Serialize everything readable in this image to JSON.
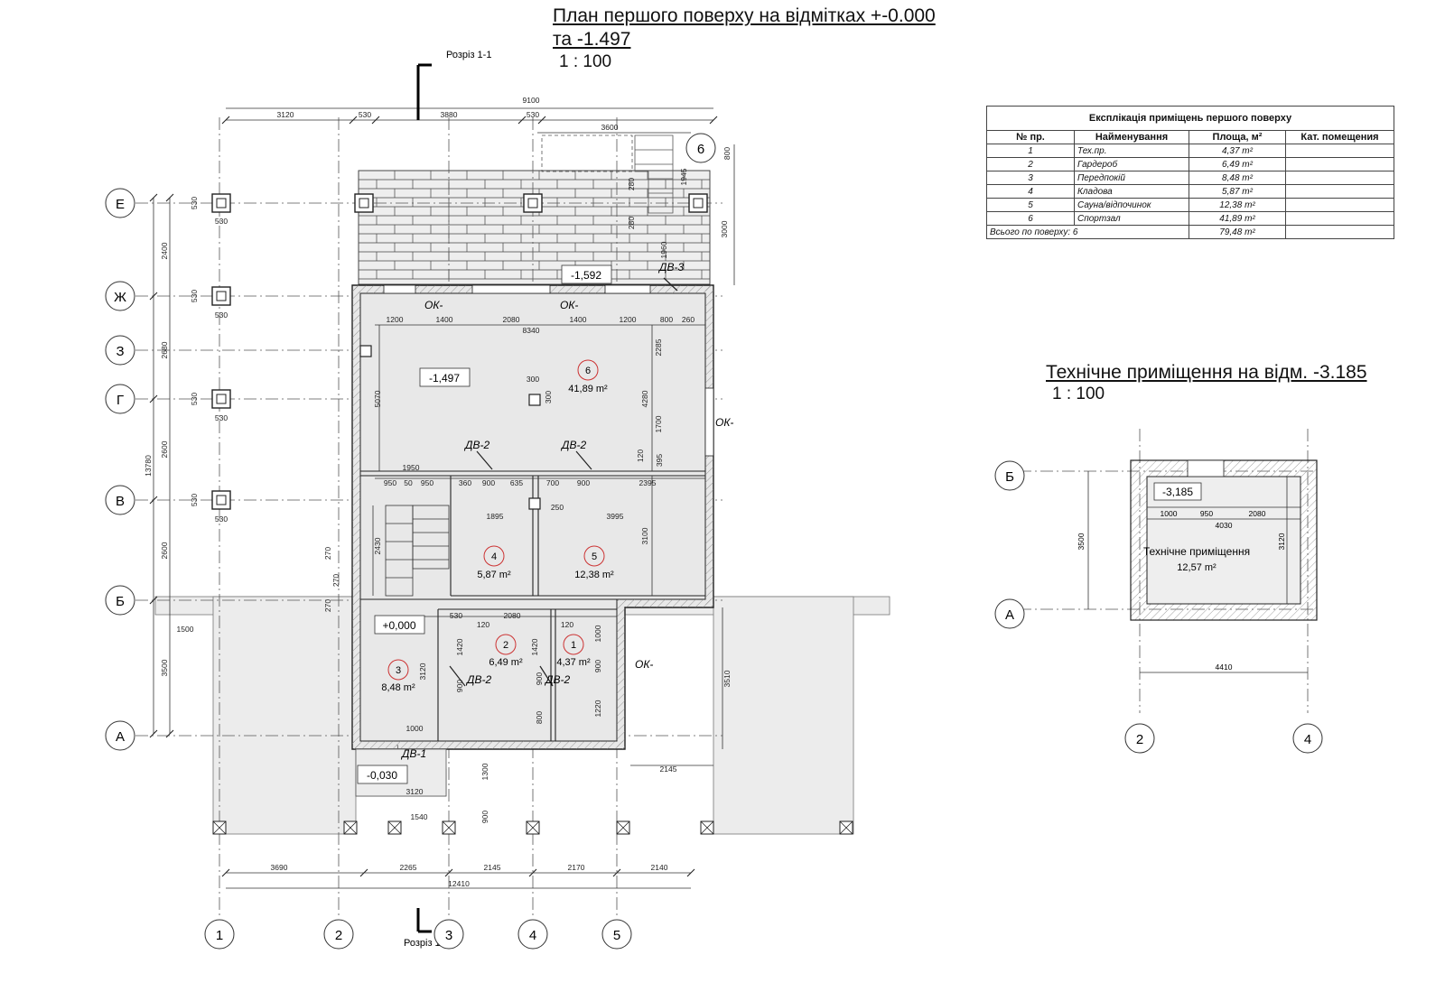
{
  "main_plan": {
    "title_line1": "План першого поверху на відмітках +-0.000",
    "title_line2": "та -1.497",
    "scale": "1 : 100",
    "section_label": "Розріз 1-1"
  },
  "tech_plan": {
    "title": "Технічне приміщення на відм. -3.185",
    "scale": "1 : 100",
    "level": "-3,185",
    "room_name": "Технічне приміщення",
    "room_area": "12,57 m²",
    "axes_rows": [
      "Б",
      "А"
    ],
    "axes_cols": [
      "2",
      "4"
    ],
    "dims": {
      "d1000": "1000",
      "d950": "950",
      "d2080": "2080",
      "d4030": "4030",
      "d3500": "3500",
      "d3120": "3120",
      "d4410": "4410"
    }
  },
  "explication": {
    "caption": "Експлікація приміщень першого поверху",
    "headers": [
      "№ пр.",
      "Найменування",
      "Площа, м²",
      "Кат. помещения"
    ],
    "rows": [
      {
        "no": "1",
        "name": "Тех.пр.",
        "area": "4,37 m²"
      },
      {
        "no": "2",
        "name": "Гардероб",
        "area": "6,49 m²"
      },
      {
        "no": "3",
        "name": "Передпокій",
        "area": "8,48 m²"
      },
      {
        "no": "4",
        "name": "Кладова",
        "area": "5,87 m²"
      },
      {
        "no": "5",
        "name": "Сауна/відпочинок",
        "area": "12,38 m²"
      },
      {
        "no": "6",
        "name": "Спортзал",
        "area": "41,89 m²"
      }
    ],
    "total_label": "Всього по поверху: 6",
    "total_area": "79,48 m²"
  },
  "axes": {
    "rows": [
      "Е",
      "Ж",
      "З",
      "Г",
      "В",
      "Б",
      "А"
    ],
    "cols": [
      "1",
      "2",
      "3",
      "4",
      "5"
    ],
    "col6": "6"
  },
  "levels": {
    "l1": "-1,592",
    "l2": "-1,497",
    "l3": "+0,000",
    "l4": "-0,030"
  },
  "rooms": [
    {
      "no": "6",
      "area": "41,89 m²"
    },
    {
      "no": "4",
      "area": "5,87 m²"
    },
    {
      "no": "5",
      "area": "12,38 m²"
    },
    {
      "no": "2",
      "area": "6,49 m²"
    },
    {
      "no": "1",
      "area": "4,37 m²"
    },
    {
      "no": "3",
      "area": "8,48 m²"
    }
  ],
  "marks": {
    "ok": "ОК-",
    "dv1": "ДВ-1",
    "dv2": "ДВ-2",
    "dv3": "ДВ-3"
  },
  "dims": {
    "top": [
      "3120",
      "530",
      "3880",
      "530",
      "9100",
      "3600"
    ],
    "left": [
      "2400",
      "2680",
      "2600",
      "2600",
      "3500",
      "13780"
    ],
    "bottom": [
      "3690",
      "2265",
      "2145",
      "2170",
      "2140",
      "12410"
    ],
    "interior": {
      "r1": [
        "1200",
        "1400",
        "2080",
        "1400",
        "1200",
        "800",
        "260",
        "8340"
      ],
      "v": [
        "5070",
        "4280",
        "2285",
        "1700",
        "3100",
        "2430",
        "3510",
        "1300",
        "900",
        "3000",
        "1945"
      ],
      "mid": [
        "1950",
        "950",
        "50",
        "950",
        "360",
        "900",
        "635",
        "700",
        "900",
        "2395",
        "1895",
        "3995",
        "250",
        "300",
        "300",
        "120",
        "395"
      ],
      "low": [
        "530",
        "120",
        "2080",
        "120",
        "1420",
        "1420",
        "1000",
        "900",
        "3120",
        "900",
        "800",
        "900",
        "1220",
        "1000",
        "3120",
        "1540",
        "2145",
        "1500",
        "270",
        "270",
        "270"
      ],
      "sq": [
        "530",
        "800",
        "280",
        "280",
        "1960"
      ]
    }
  }
}
